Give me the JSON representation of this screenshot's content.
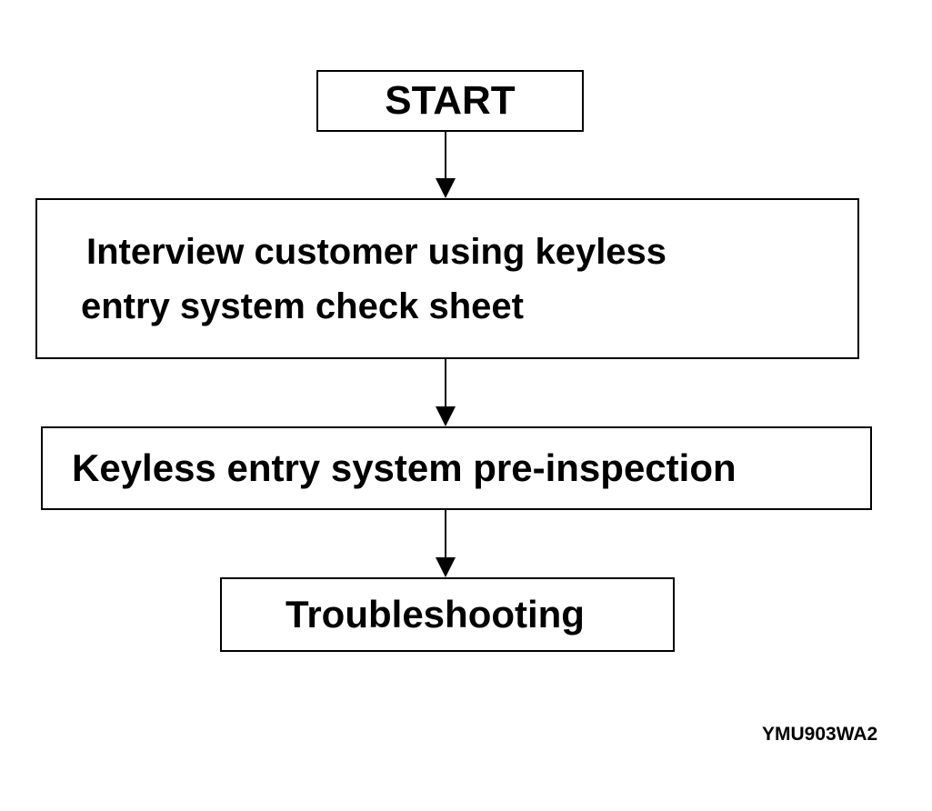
{
  "flowchart": {
    "start_label": "START",
    "interview_line1": "Interview customer using keyless",
    "interview_line2": "entry system check sheet",
    "preinspection_label": "Keyless entry system pre-inspection",
    "troubleshooting_label": "Troubleshooting"
  },
  "figure_code": "YMU903WA2"
}
